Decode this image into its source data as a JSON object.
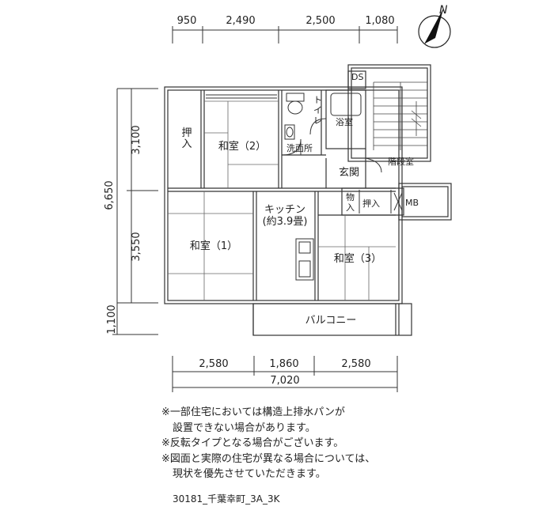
{
  "dimensions": {
    "top": [
      "950",
      "2,490",
      "2,500",
      "1,080"
    ],
    "left": [
      "3,100",
      "3,550",
      "1,100"
    ],
    "left_total": "6,650",
    "bottom": [
      "2,580",
      "1,860",
      "2,580"
    ],
    "bottom_total": "7,020"
  },
  "compass": {
    "label": "N"
  },
  "rooms": {
    "washitsu2": "和室（2）",
    "oshiire_left": "押\n入",
    "washitsu1": "和室（1）",
    "kitchen_line1": "キッチン",
    "kitchen_line2": "(約3.9畳)",
    "washitsu3": "和室（3）",
    "toilet": "ト\nイ\nレ",
    "bath": "浴室",
    "senmenjo": "洗面所",
    "genkan": "玄関",
    "kaidanshitsu": "階段室",
    "monoire": "物\n入",
    "oshiire_right": "押入",
    "mb": "MB",
    "ds": "DS",
    "balcony": "バルコニー"
  },
  "notes": [
    "※一部住宅においては構造上排水パンが",
    "設置できない場合があります。",
    "※反転タイプとなる場合がございます。",
    "※図面と実際の住宅が異なる場合については、",
    "現状を優先させていただきます。"
  ],
  "caption": "30181_千葉幸町_3A_3K"
}
